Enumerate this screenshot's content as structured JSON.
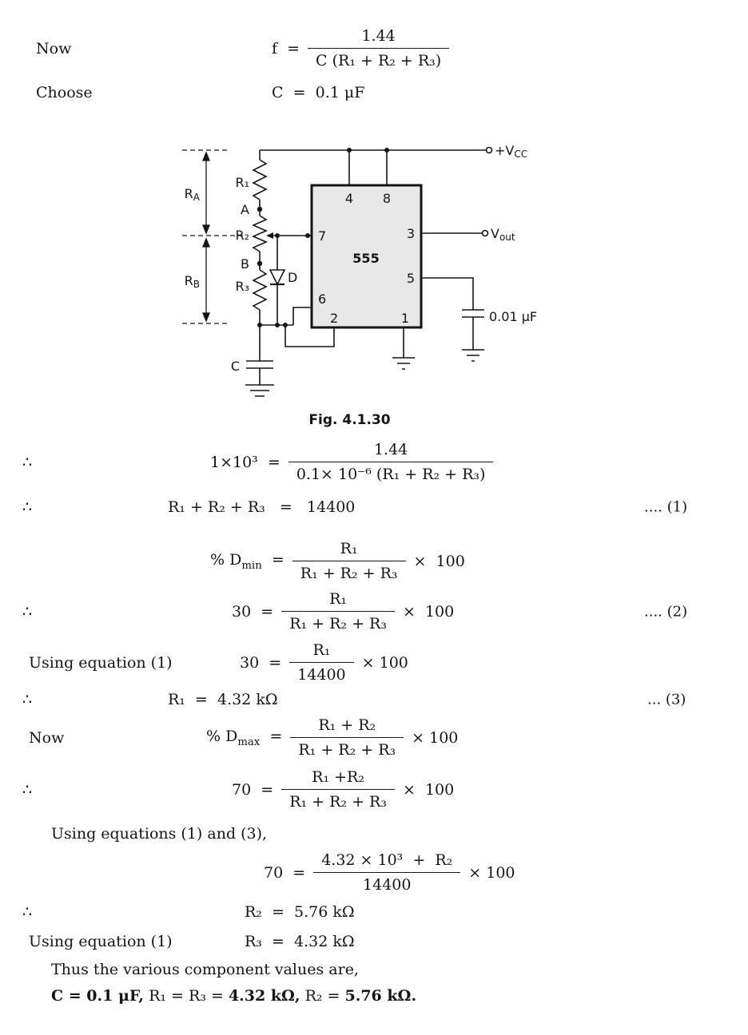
{
  "page": {
    "l1": {
      "lead": "Now",
      "pre": "f  =",
      "num": "1.44",
      "den": "C (R₁ + R₂ + R₃)"
    },
    "l2": {
      "lead": "Choose",
      "text": "C  =  0.1 μF"
    },
    "l3": {
      "sym": "∴",
      "pre": "1×10³  =",
      "num": "1.44",
      "den": "0.1× 10⁻⁶ (R₁ + R₂ + R₃)"
    },
    "l4": {
      "sym": "∴",
      "text": "R₁ + R₂ + R₃   =   14400",
      "tag": ".... (1)"
    },
    "l5": {
      "pre_main": "% D",
      "pre_sub": "min",
      "pre_eq": "  =",
      "num": "R₁",
      "den": "R₁ + R₂ + R₃",
      "post": "×  100"
    },
    "l6": {
      "sym": "∴",
      "pre": "30  =",
      "num": "R₁",
      "den": "R₁ + R₂ + R₃",
      "post": "×  100",
      "tag": ".... (2)"
    },
    "l7": {
      "lead": "Using equation (1)",
      "pre": "30  =",
      "num": "R₁",
      "den": "14400",
      "post": "× 100"
    },
    "l8": {
      "sym": "∴",
      "text": "R₁  =  4.32 kΩ",
      "tag": "... (3)"
    },
    "l9": {
      "lead": "Now",
      "pre_main": "% D",
      "pre_sub": "max",
      "pre_eq": "  =",
      "num": "R₁ + R₂",
      "den": "R₁ + R₂ + R₃",
      "post": "× 100"
    },
    "l10": {
      "sym": "∴",
      "pre": "70  =",
      "num": "R₁ +R₂",
      "den": "R₁ + R₂ + R₃",
      "post": "×  100"
    },
    "l11": {
      "text": "Using equations (1) and (3),"
    },
    "l12": {
      "pre": "70  =",
      "num": "4.32 × 10³  +  R₂",
      "den": "14400",
      "post": "× 100"
    },
    "l13": {
      "sym": "∴",
      "text": "R₂  =  5.76 kΩ"
    },
    "l14": {
      "lead": "Using equation (1)",
      "text": "R₃  =  4.32 kΩ"
    },
    "l15": {
      "text": "Thus the various component values are,"
    },
    "l16": {
      "s1": "C = 0.1 μF,",
      "s2": " R₁ = R₃ = ",
      "s3": "4.32 kΩ,",
      "s4": " R₂ = ",
      "s5": "5.76 kΩ."
    }
  },
  "figure": {
    "caption": "Fig. 4.1.30",
    "chip": "555",
    "pins": {
      "p1": "1",
      "p2": "2",
      "p3": "3",
      "p4": "4",
      "p5": "5",
      "p6": "6",
      "p7": "7",
      "p8": "8"
    },
    "labels": {
      "r1": "R₁",
      "r2": "R₂",
      "r3": "R₃",
      "node_a": "A",
      "node_b": "B",
      "diode": "D",
      "cap_c": "C",
      "ra_main": "R",
      "ra_sub": "A",
      "rb_main": "R",
      "rb_sub": "B",
      "vcc_main": "+V",
      "vcc_sub": "CC",
      "vout_main": "V",
      "vout_sub": "out",
      "cap2": "0.01 μF"
    }
  }
}
